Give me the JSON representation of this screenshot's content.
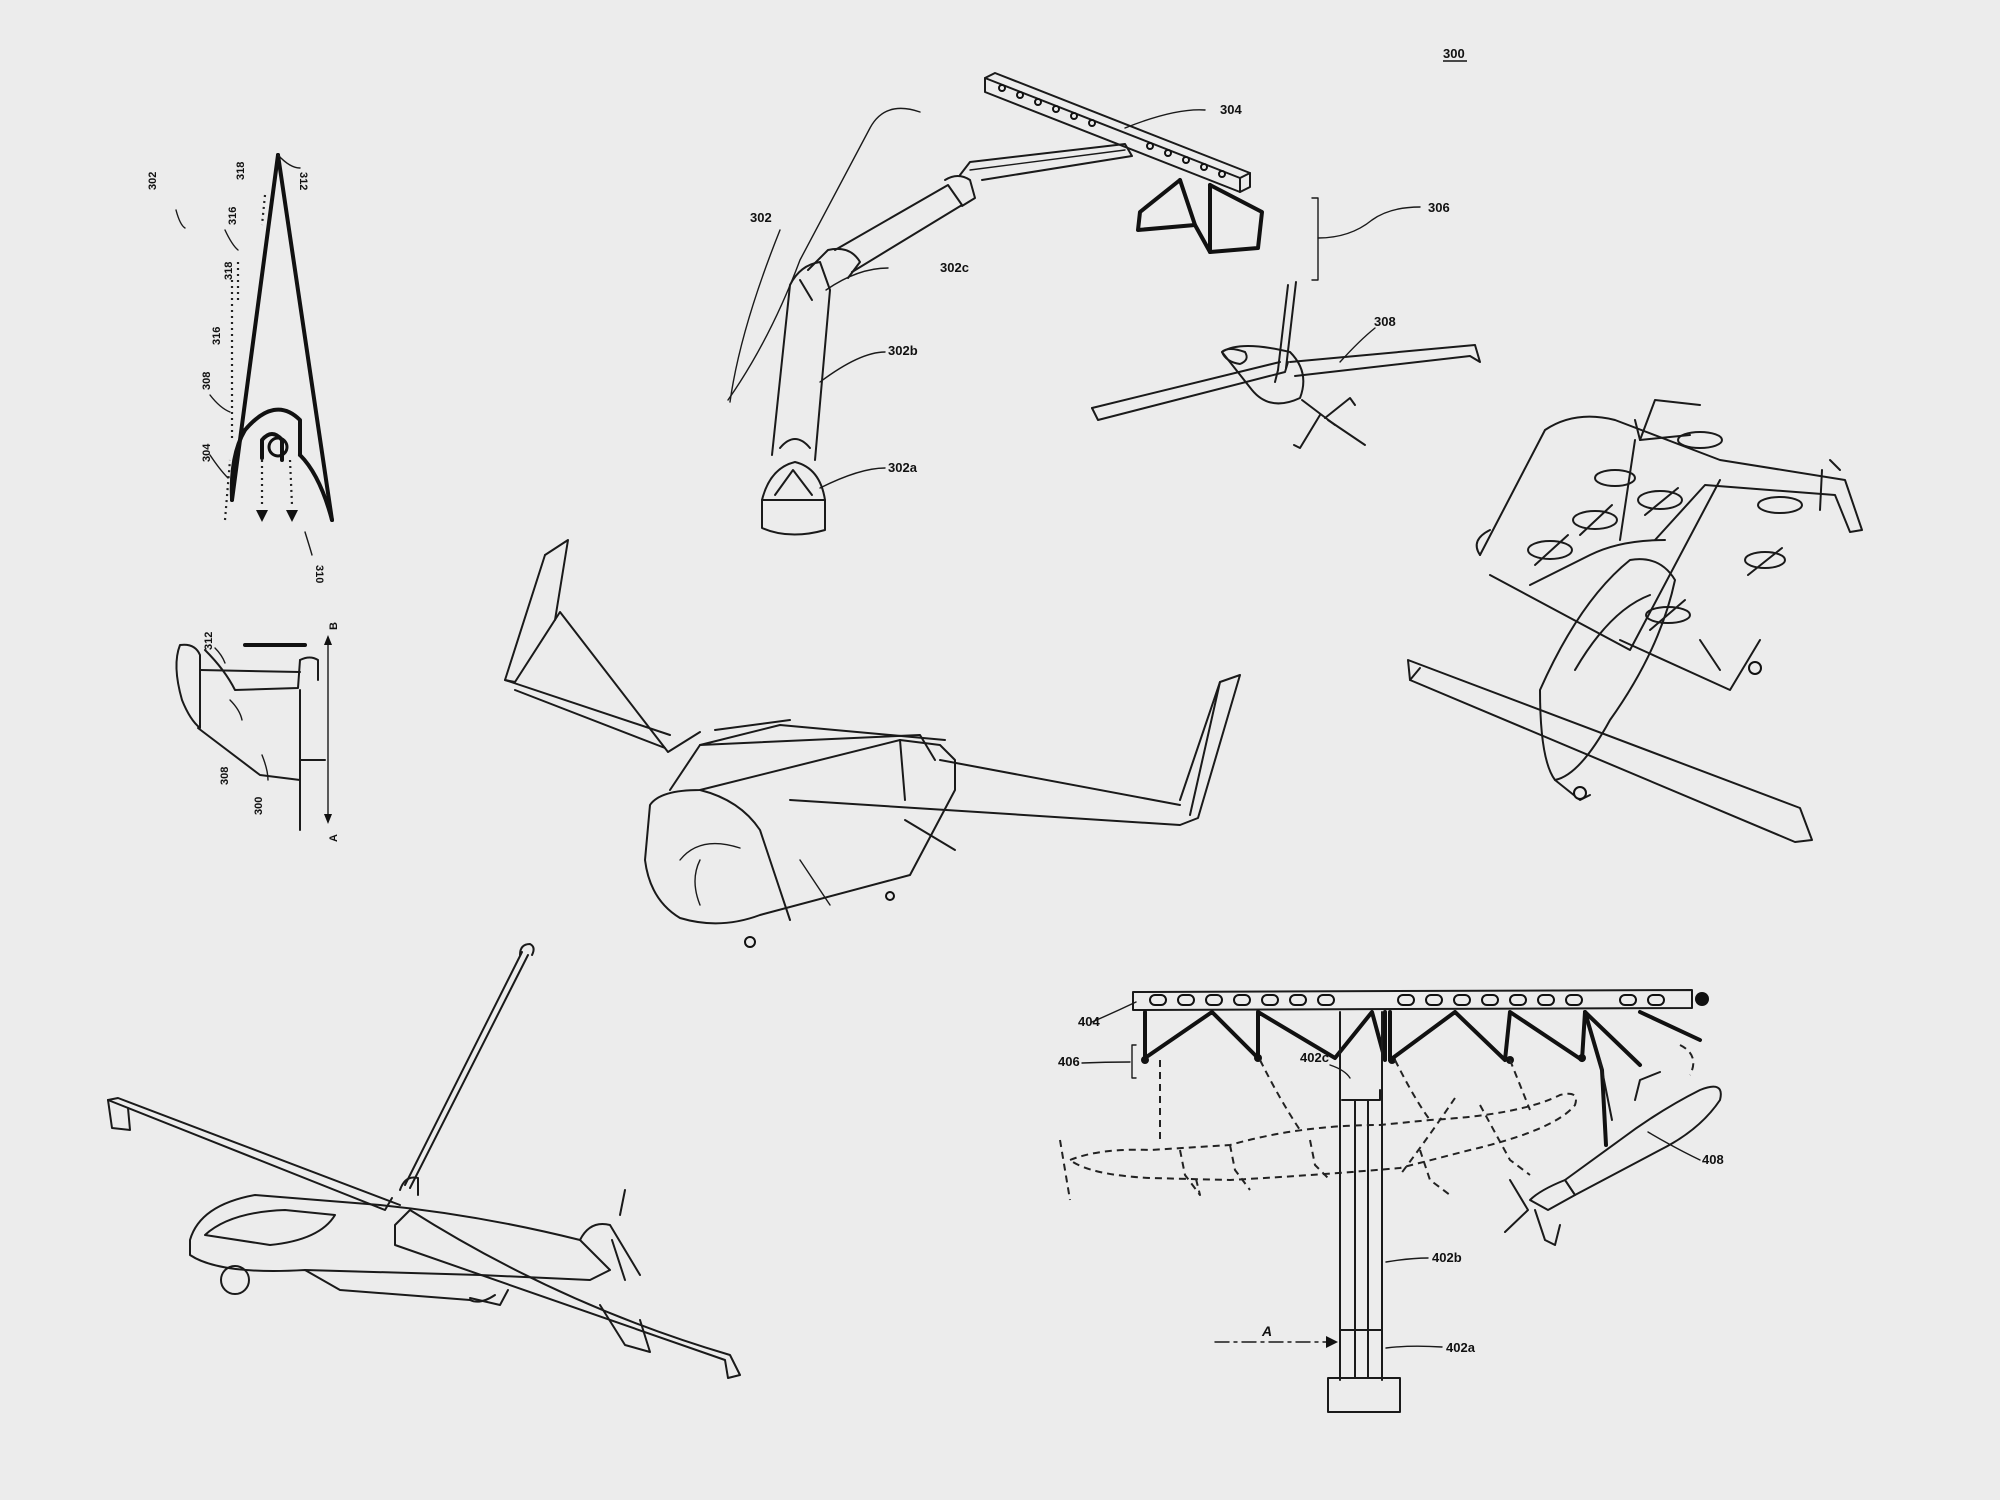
{
  "sheet": {
    "figure_number": "300",
    "background": "#ececec",
    "ink": "#1a1a1a"
  },
  "labels": {
    "arm_assembly": "302",
    "arm_base": "302a",
    "arm_mid": "302b",
    "arm_joint": "302c",
    "boom": "304",
    "capture_group": "306",
    "aircraft_captured": "308",
    "wing_section_302": "302",
    "tip_312": "312",
    "flow_318a": "318",
    "flow_316a": "316",
    "flow_318b": "318",
    "flow_316b": "316",
    "nose_308": "308",
    "inlet_304": "304",
    "exhaust_310": "310",
    "side_312": "312",
    "side_308": "308",
    "side_300": "300",
    "axis_b": "B",
    "axis_a": "A",
    "gantry_404": "404",
    "gantry_406": "406",
    "gantry_402c": "402c",
    "gantry_408": "408",
    "gantry_402b": "402b",
    "gantry_402a": "402a",
    "direction_a": "A"
  }
}
